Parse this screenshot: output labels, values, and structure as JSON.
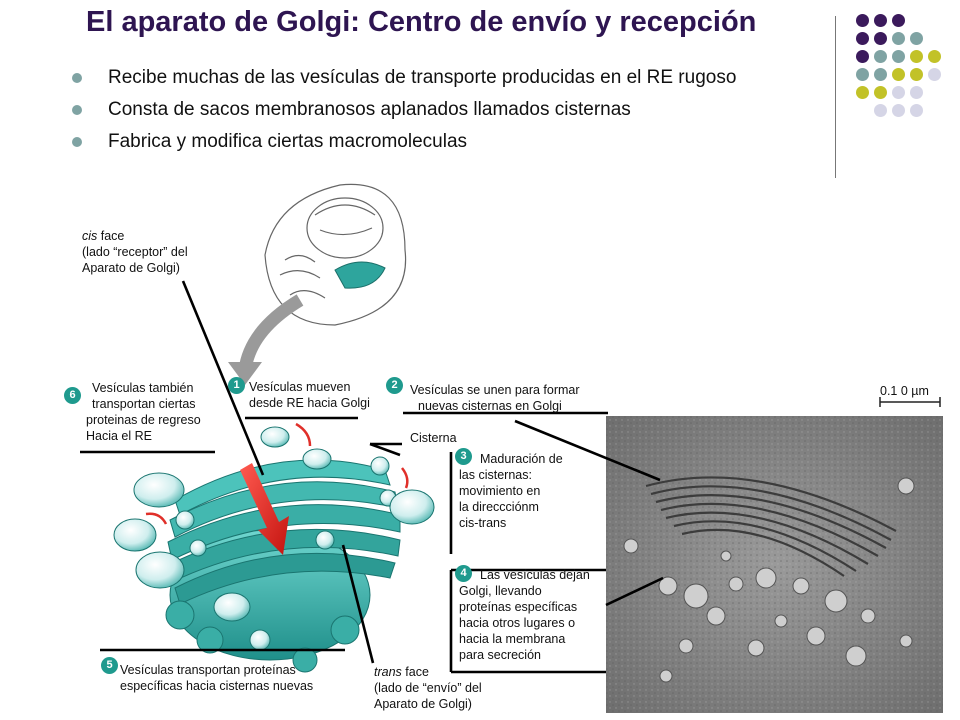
{
  "slide": {
    "title": "El aparato de Golgi: Centro de envío y recepción",
    "bullets": [
      "Recibe muchas de las vesículas de transporte producidas en el RE rugoso",
      "Consta de sacos membranosos aplanados llamados cisternas",
      "Fabrica y modifica ciertas macromoleculas"
    ],
    "dot_colors": [
      "#3b1a5c",
      "#7fa3a3",
      "#c2c228",
      "#d5d5e6"
    ]
  },
  "diagram": {
    "cis_face": {
      "term": "cis",
      "rest": " face",
      "line2": "(lado “receptor” del",
      "line3": "Aparato de Golgi)"
    },
    "trans_face": {
      "term": "trans",
      "rest": " face",
      "line2": "(lado de “envío” del",
      "line3": "Aparato de Golgi)"
    },
    "cisterna": "Cisterna",
    "scale_bar": "0.1 0 µm",
    "steps": [
      {
        "num": "1",
        "lines": [
          "Vesículas mueven",
          "desde RE hacia Golgi"
        ]
      },
      {
        "num": "2",
        "lines": [
          "Vesículas se unen para formar",
          "nuevas cisternas en Golgi"
        ]
      },
      {
        "num": "3",
        "lines": [
          "Maduración de",
          "las cisternas:",
          "movimiento en",
          "la direccciónm",
          "cis-trans"
        ]
      },
      {
        "num": "4",
        "lines": [
          "Las vesículas dejan",
          "Golgi, llevando",
          "proteínas específicas",
          "hacia otros lugares o",
          "hacia la membrana",
          "para secreción"
        ]
      },
      {
        "num": "5",
        "lines": [
          "Vesículas transportan proteínas",
          "específicas hacia cisternas nuevas"
        ]
      },
      {
        "num": "6",
        "lines": [
          "Vesículas también",
          "transportan ciertas",
          "proteinas de regreso",
          "Hacia el RE"
        ]
      }
    ]
  }
}
